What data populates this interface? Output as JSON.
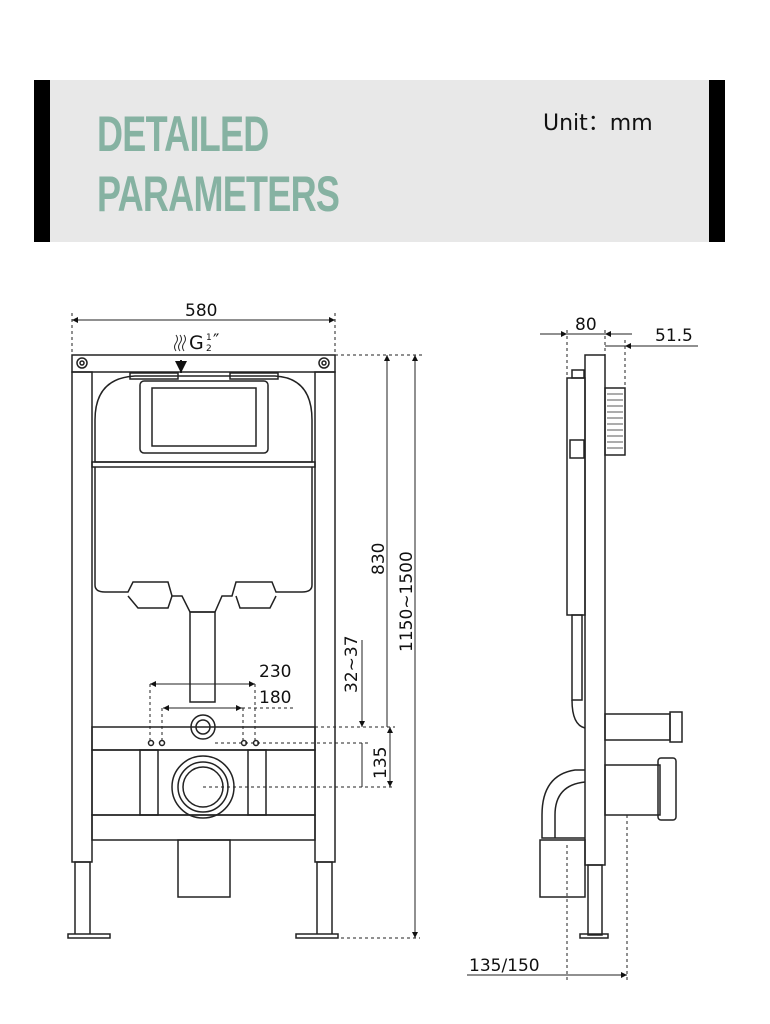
{
  "header": {
    "title_line1": "DETAILED",
    "title_line2": "PARAMETERS",
    "unit_label": "Unit：mm"
  },
  "front_view": {
    "width_label": "580",
    "inlet_label": "G",
    "inlet_fraction_num": "1",
    "inlet_fraction_den": "2",
    "inlet_inch_mark": "″",
    "height_830_label": "830",
    "height_range_label": "1150~1500",
    "offset_label": "32~37",
    "outlet_height_label": "135",
    "spacing_230_label": "230",
    "spacing_180_label": "180"
  },
  "side_view": {
    "depth_80_label": "80",
    "flange_label": "51.5",
    "outlet_depth_label": "135/150"
  },
  "colors": {
    "accent": "#86b2a2",
    "banner_bg": "#e8e8e8"
  }
}
